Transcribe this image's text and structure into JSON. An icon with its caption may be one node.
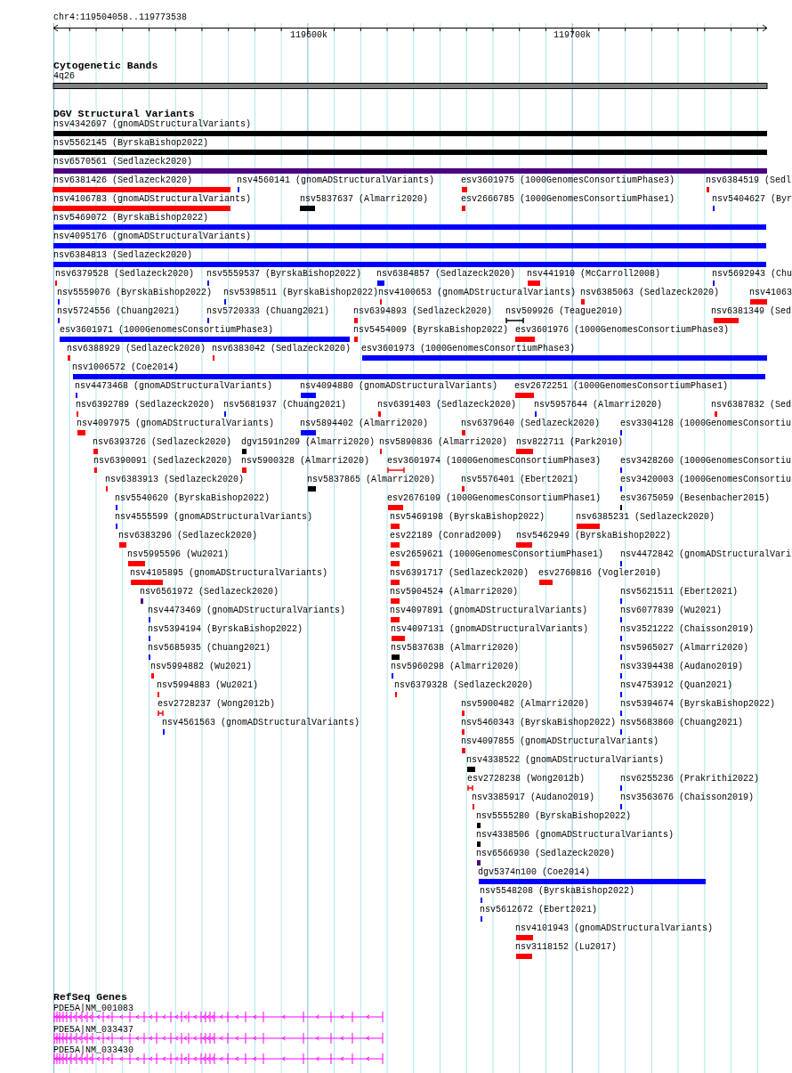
{
  "diagram": {
    "labels": [
      "chr4:119504058..119773538",
      "119600k",
      "119700k",
      "Cytogenetic Bands",
      "4q26",
      "DGV Structural Variants",
      "nsv4342697 (gnomADStructuralVariants)",
      "nsv5562145 (ByrskaBishop2022)",
      "nsv6570561 (Sedlazeck2020)",
      "nsv6381426 (Sedlazeck2020)",
      "nsv4560141 (gnomADStructuralVariants)",
      "esv3601975 (1000GenomesConsortiumPhase3)",
      "nsv6384519 (Sedl",
      "nsv4106783 (gnomADStructuralVariants)",
      "nsv5837637 (Almarri2020)",
      "esv2666785 (1000GenomesConsortiumPhase1)",
      "nsv5404627 (Byr",
      "nsv5469072 (ByrskaBishop2022)",
      "nsv4095176 (gnomADStructuralVariants)",
      "nsv6384813 (Sedlazeck2020)",
      "nsv6379528 (Sedlazeck2020)",
      "nsv5559537 (ByrskaBishop2022)",
      "nsv6384857 (Sedlazeck2020)",
      "nsv441910 (McCarroll2008)",
      "nsv5692943 (Chu",
      "nsv5559076 (ByrskaBishop2022)",
      "nsv5398511 (ByrskaBishop2022)",
      "nsv4100653 (gnomADStructuralVariants)",
      "nsv6385063 (Sedlazeck2020)",
      "nsv41063",
      "nsv5724556 (Chuang2021)",
      "nsv5720333 (Chuang2021)",
      "nsv6394893 (Sedlazeck2020)",
      "nsv509926 (Teague2010)",
      "nsv6381349 (Sed",
      "esv3601971 (1000GenomesConsortiumPhase3)",
      "nsv5454009 (ByrskaBishop2022)",
      "esv3601976 (1000GenomesConsortiumPhase3)",
      "nsv6388929 (Sedlazeck2020)",
      "nsv6383042 (Sedlazeck2020)",
      "esv3601973 (1000GenomesConsortiumPhase3)",
      "nsv1006572 (Coe2014)",
      "nsv4473468 (gnomADStructuralVariants)",
      "nsv4094880 (gnomADStructuralVariants)",
      "esv2672251 (1000GenomesConsortiumPhase1)",
      "nsv6392789 (Sedlazeck2020)",
      "nsv5681937 (Chuang2021)",
      "nsv6391403 (Sedlazeck2020)",
      "nsv5957644 (Almarri2020)",
      "nsv6387832 (Sed",
      "nsv4097975 (gnomADStructuralVariants)",
      "nsv5894402 (Almarri2020)",
      "nsv6379640 (Sedlazeck2020)",
      "esv3304128 (1000GenomesConsortiu",
      "nsv6393726 (Sedlazeck2020)",
      "dgv1591n209 (Almarri2020)",
      "nsv5890836 (Almarri2020)",
      "nsv822711 (Park2010)",
      "nsv6390091 (Sedlazeck2020)",
      "nsv5900328 (Almarri2020)",
      "esv3601974 (1000GenomesConsortiumPhase3)",
      "esv3428260 (1000GenomesConsortiu",
      "nsv6383913 (Sedlazeck2020)",
      "nsv5837865 (Almarri2020)",
      "nsv5576401 (Ebert2021)",
      "esv3420003 (1000GenomesConsortiu",
      "nsv5540620 (ByrskaBishop2022)",
      "esv2676109 (1000GenomesConsortiumPhase1)",
      "esv3675059 (Besenbacher2015)",
      "nsv4555599 (gnomADStructuralVariants)",
      "nsv5469198 (ByrskaBishop2022)",
      "nsv6385231 (Sedlazeck2020)",
      "nsv6383296 (Sedlazeck2020)",
      "esv22189 (Conrad2009)",
      "nsv5462949 (ByrskaBishop2022)",
      "nsv5995596 (Wu2021)",
      "esv2659621 (1000GenomesConsortiumPhase1)",
      "nsv4472842 (gnomADStructuralVari",
      "nsv4105895 (gnomADStructuralVariants)",
      "nsv6391717 (Sedlazeck2020)",
      "esv2760816 (Vogler2010)",
      "nsv6561972 (Sedlazeck2020)",
      "nsv5904524 (Almarri2020)",
      "nsv5621511 (Ebert2021)",
      "nsv4473469 (gnomADStructuralVariants)",
      "nsv4097891 (gnomADStructuralVariants)",
      "nsv6077839 (Wu2021)",
      "nsv5394194 (ByrskaBishop2022)",
      "nsv4097131 (gnomADStructuralVariants)",
      "nsv3521222 (Chaisson2019)",
      "nsv5685935 (Chuang2021)",
      "nsv5837638 (Almarri2020)",
      "nsv5965027 (Almarri2020)",
      "nsv5994882 (Wu2021)",
      "nsv5960298 (Almarri2020)",
      "nsv3394438 (Audano2019)",
      "nsv5994883 (Wu2021)",
      "nsv6379328 (Sedlazeck2020)",
      "nsv4753912 (Quan2021)",
      "esv2728237 (Wong2012b)",
      "nsv5900482 (Almarri2020)",
      "nsv5394674 (ByrskaBishop2022)",
      "nsv4561563 (gnomADStructuralVariants)",
      "nsv5460343 (ByrskaBishop2022)",
      "nsv5683860 (Chuang2021)",
      "nsv4097855 (gnomADStructuralVariants)",
      "nsv4338522 (gnomADStructuralVariants)",
      "esv2728238 (Wong2012b)",
      "nsv6255236 (Prakrithi2022)",
      "nsv3385917 (Audano2019)",
      "nsv3563676 (Chaisson2019)",
      "nsv5555280 (ByrskaBishop2022)",
      "nsv4338506 (gnomADStructuralVariants)",
      "nsv6566930 (Sedlazeck2020)",
      "dgv5374n100 (Coe2014)",
      "nsv5548208 (ByrskaBishop2022)",
      "nsv5612672 (Ebert2021)",
      "nsv4101943 (gnomADStructuralVariants)",
      "nsv3118152 (Lu2017)",
      "RefSeq Genes",
      "PDE5A|NM_001083",
      "PDE5A|NM_033437",
      "PDE5A|NM_033430"
    ]
  }
}
